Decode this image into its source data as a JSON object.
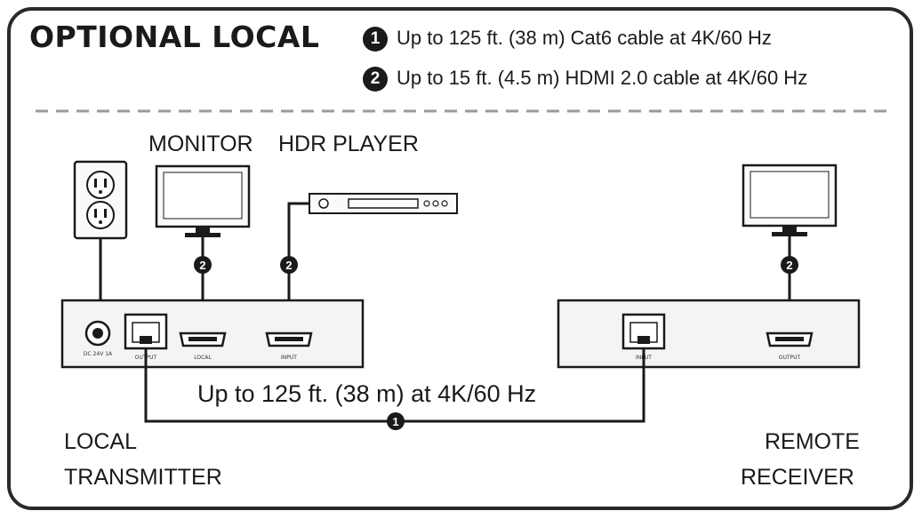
{
  "title": "OPTIONAL LOCAL",
  "legend": [
    {
      "number": "1",
      "text": "Up to 125 ft. (38 m) Cat6 cable at 4K/60 Hz"
    },
    {
      "number": "2",
      "text": "Up to 15 ft. (4.5 m) HDMI 2.0 cable at 4K/60 Hz"
    }
  ],
  "labels": {
    "monitor": "MONITOR",
    "hdr_player": "HDR PLAYER",
    "cable_span": "Up to 125 ft. (38 m) at 4K/60 Hz",
    "local_line1": "LOCAL",
    "local_line2": "TRANSMITTER",
    "remote_line1": "REMOTE",
    "remote_line2": "RECEIVER"
  },
  "ports": {
    "power": "DC 24V 1A",
    "tx_output": "OUTPUT",
    "tx_local": "LOCAL",
    "tx_input": "INPUT",
    "rx_input": "INPUT",
    "rx_output": "OUTPUT"
  },
  "markers": {
    "hdmi": "2",
    "cat6": "1"
  },
  "colors": {
    "ink": "#1a1a1a",
    "device_fill": "#f4f4f4",
    "dash": "#9a9a9a"
  }
}
